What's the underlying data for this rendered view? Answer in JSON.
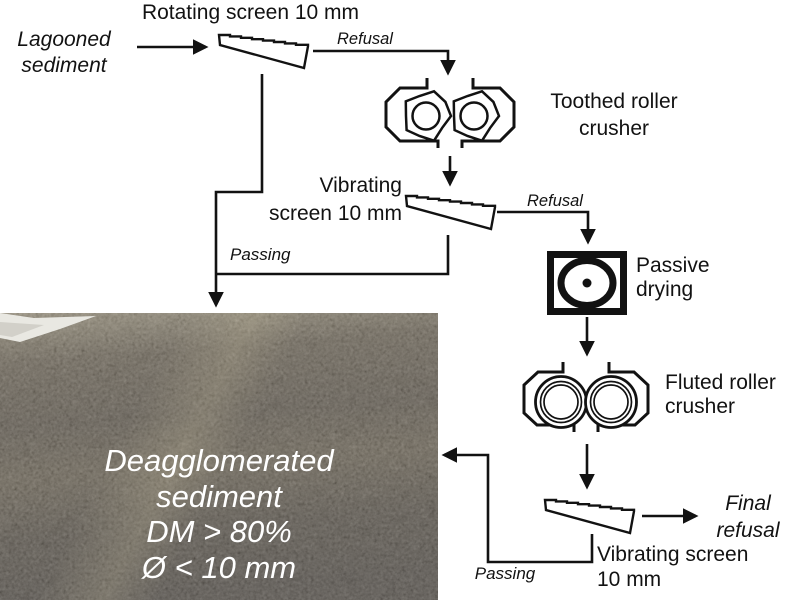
{
  "flow": {
    "input_label": "Lagooned\nsediment",
    "rotating_screen_label": "Rotating screen 10 mm",
    "refusal_1": "Refusal",
    "toothed_crusher_label": "Toothed roller\ncrusher",
    "vibrating_screen_1_label": "Vibrating\nscreen 10 mm",
    "refusal_2": "Refusal",
    "passing_1": "Passing",
    "passive_drying_label": "Passive\ndrying",
    "fluted_crusher_label": "Fluted roller\ncrusher",
    "vibrating_screen_2_label": "Vibrating screen\n10 mm",
    "final_refusal_label": "Final\nrefusal",
    "passing_2": "Passing"
  },
  "photo": {
    "caption": "Deagglomerated\nsediment\nDM > 80%\nØ < 10 mm"
  },
  "colors": {
    "line": "#121212",
    "text": "#121212",
    "photo_text": "#ffffff",
    "soil_dark": "#474139",
    "soil_mid": "#5c5446",
    "soil_light": "#978d76",
    "tarp": "#e9e8e2"
  }
}
